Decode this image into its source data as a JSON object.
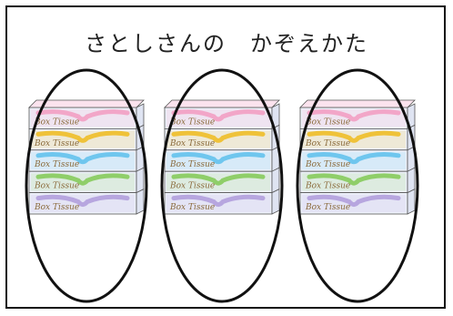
{
  "title": "さとしさんの　かぞえかた",
  "box_label": "Box Tissue",
  "stripe_colors": [
    "#f2a7c8",
    "#f0c23a",
    "#6fc6ee",
    "#8fcf6a",
    "#b7a7e0"
  ],
  "box_body_color": "#eef2fb",
  "outline_color": "#111111",
  "groups": [
    {
      "name": "group-1",
      "boxes": 5
    },
    {
      "name": "group-2",
      "boxes": 5
    },
    {
      "name": "group-3",
      "boxes": 5
    }
  ]
}
